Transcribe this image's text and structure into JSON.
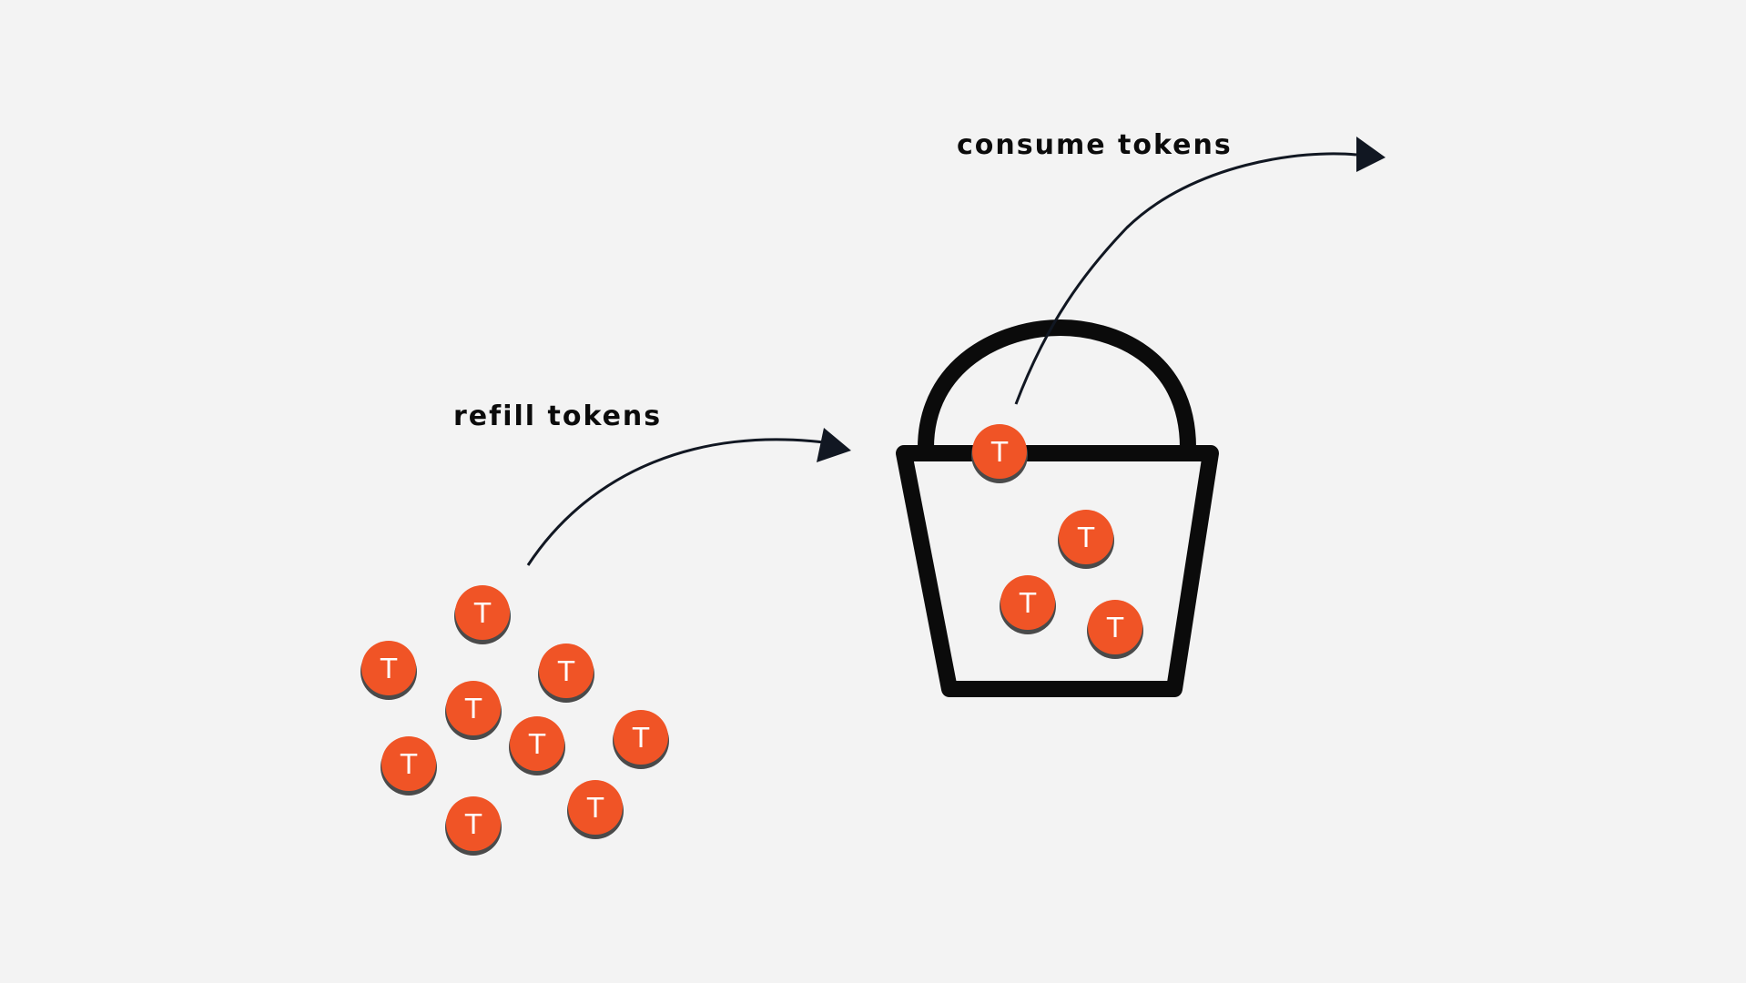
{
  "labels": {
    "refill": "refill tokens",
    "consume": "consume tokens"
  },
  "token_letter": "T",
  "colors": {
    "background": "#f3f3f3",
    "token_fill": "#f05426",
    "token_rim": "#4a4a4a",
    "ink": "#0b0b0b",
    "arrow": "#111722"
  },
  "icons": {
    "bucket": "bucket-icon",
    "token": "token-icon",
    "arrow": "curved-arrow-icon"
  }
}
